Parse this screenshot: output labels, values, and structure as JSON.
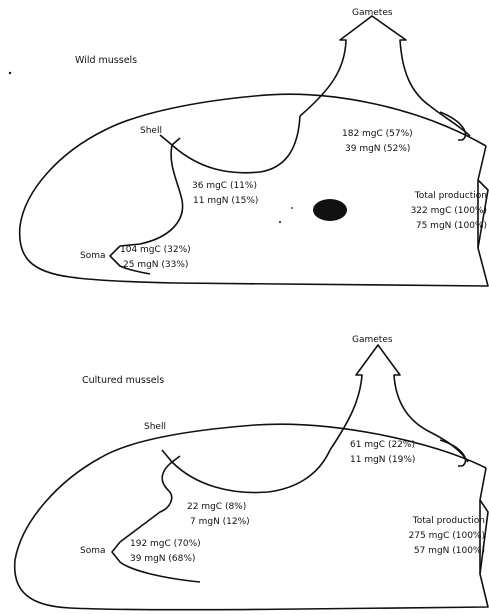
{
  "wild": {
    "title": "Wild mussels",
    "gametes_label": "Gametes",
    "shell_label": "Shell",
    "soma_label": "Soma",
    "gametes_c": "182 mgC (57%)",
    "gametes_n": "39 mgN (52%)",
    "shell_c": "36 mgC (11%)",
    "shell_n": "11 mgN (15%)",
    "soma_c": "104 mgC (32%)",
    "soma_n": "25 mgN (33%)",
    "total_label": "Total production",
    "total_c": "322 mgC (100%)",
    "total_n": "75 mgN (100%)"
  },
  "cultured": {
    "title": "Cultured mussels",
    "gametes_label": "Gametes",
    "shell_label": "Shell",
    "soma_label": "Soma",
    "gametes_c": "61 mgC (22%)",
    "gametes_n": "11 mgN (19%)",
    "shell_c": "22 mgC (8%)",
    "shell_n": "7 mgN (12%)",
    "soma_c": "192 mgC (70%)",
    "soma_n": "39 mgN (68%)",
    "total_label": "Total production",
    "total_c": "275 mgC (100%)",
    "total_n": "57 mgN (100%)"
  },
  "colors": {
    "ink": "#111111",
    "paper": "#ffffff"
  }
}
